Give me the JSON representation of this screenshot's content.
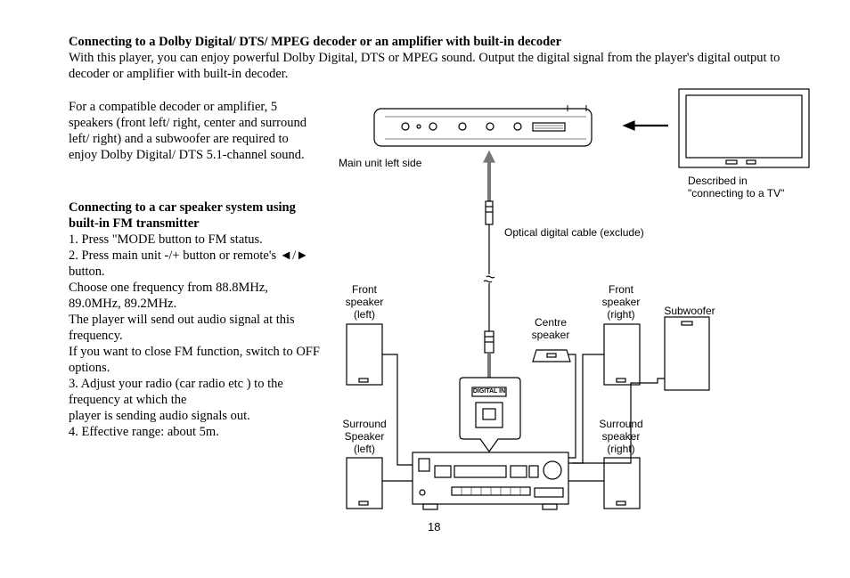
{
  "heading": "Connecting to a Dolby Digital/ DTS/ MPEG decoder or an amplifier with built-in decoder",
  "intro": "With this player, you can enjoy powerful Dolby Digital, DTS or MPEG sound. Output the digital signal from the player's digital output to decoder or amplifier with built-in decoder.",
  "para1": "For a compatible decoder or amplifier, 5 speakers (front left/ right, center and surround left/ right) and a subwoofer are required to enjoy Dolby Digital/ DTS 5.1-channel sound.",
  "subheading": "Connecting to a car speaker system using built-in FM transmitter",
  "steps": [
    "1. Press \"MODE button to FM status.",
    "2. Press main unit -/+ button or remote's ◄/► button.",
    "Choose one frequency from 88.8MHz, 89.0MHz, 89.2MHz.",
    "The player will send out audio signal at this frequency.",
    "If you want to close FM function, switch to OFF options.",
    "3. Adjust your radio (car radio etc ) to the frequency at which the",
    "player is sending audio signals out.",
    "4. Effective range: about 5m."
  ],
  "diagram": {
    "main_unit_label": "Main unit left side",
    "tv_label_line1": "Described in",
    "tv_label_line2": "\"connecting to a TV\"",
    "cable_label": "Optical digital cable (exclude)",
    "digital_in": "DIGITAL IN",
    "front_left": [
      "Front",
      "speaker",
      "(left)"
    ],
    "front_right": [
      "Front",
      "speaker",
      "(right)"
    ],
    "centre": [
      "Centre",
      "speaker"
    ],
    "subwoofer": "Subwoofer",
    "surround_left": [
      "Surround",
      "Speaker",
      "(left)"
    ],
    "surround_right": [
      "Surround",
      "speaker",
      "(right)"
    ]
  },
  "page_number": "18"
}
